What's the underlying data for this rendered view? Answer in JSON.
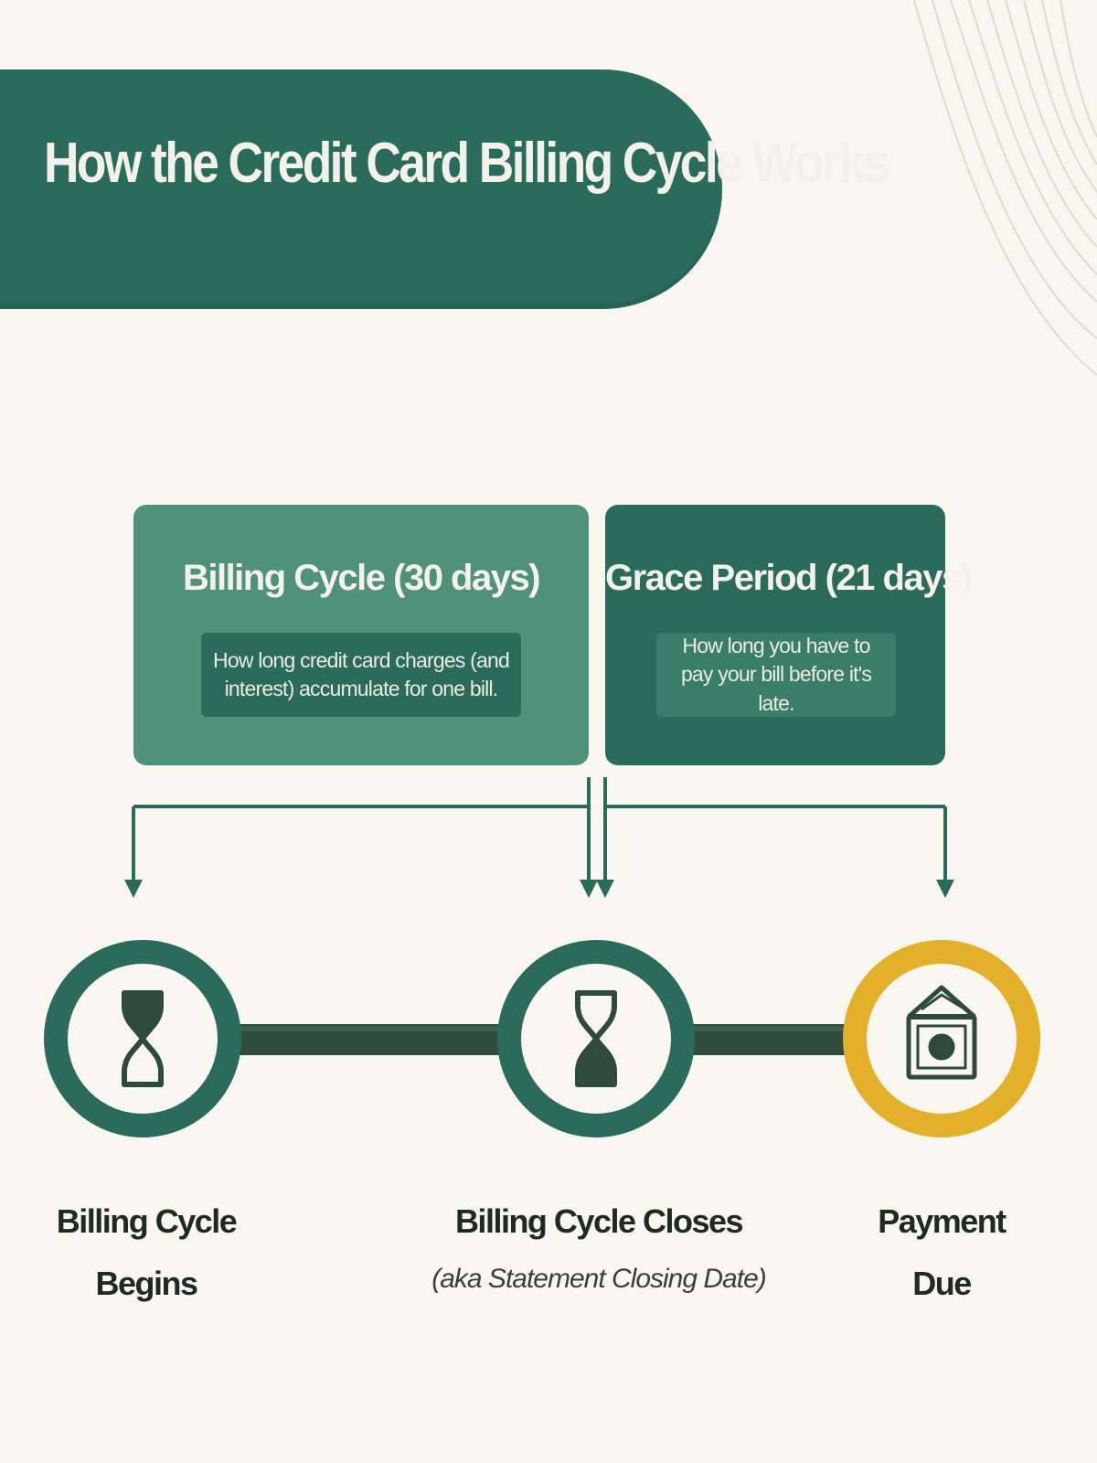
{
  "title": "How the Credit Card Billing Cycle Works",
  "periods": [
    {
      "heading": "Billing Cycle (30 days)",
      "description": "How long credit card charges (and interest) accumulate for one bill."
    },
    {
      "heading": "Grace Period (21 days)",
      "description": "How long you have to pay your bill before it's late."
    }
  ],
  "milestones": [
    {
      "label_line1": "Billing Cycle",
      "label_line2": "Begins",
      "icon": "hourglass-icon"
    },
    {
      "label_line1": "Billing Cycle Closes",
      "label_line2": "(aka Statement Closing Date)",
      "icon": "hourglass-icon"
    },
    {
      "label_line1": "Payment",
      "label_line2": "Due",
      "icon": "money-envelope-icon"
    }
  ],
  "colors": {
    "background": "#f8f6ef",
    "dark_green": "#2a6b5c",
    "mid_green": "#4f917a",
    "timeline_green": "#2d4a3a",
    "gold": "#e2b02a",
    "text_dark": "#1f2a26"
  }
}
